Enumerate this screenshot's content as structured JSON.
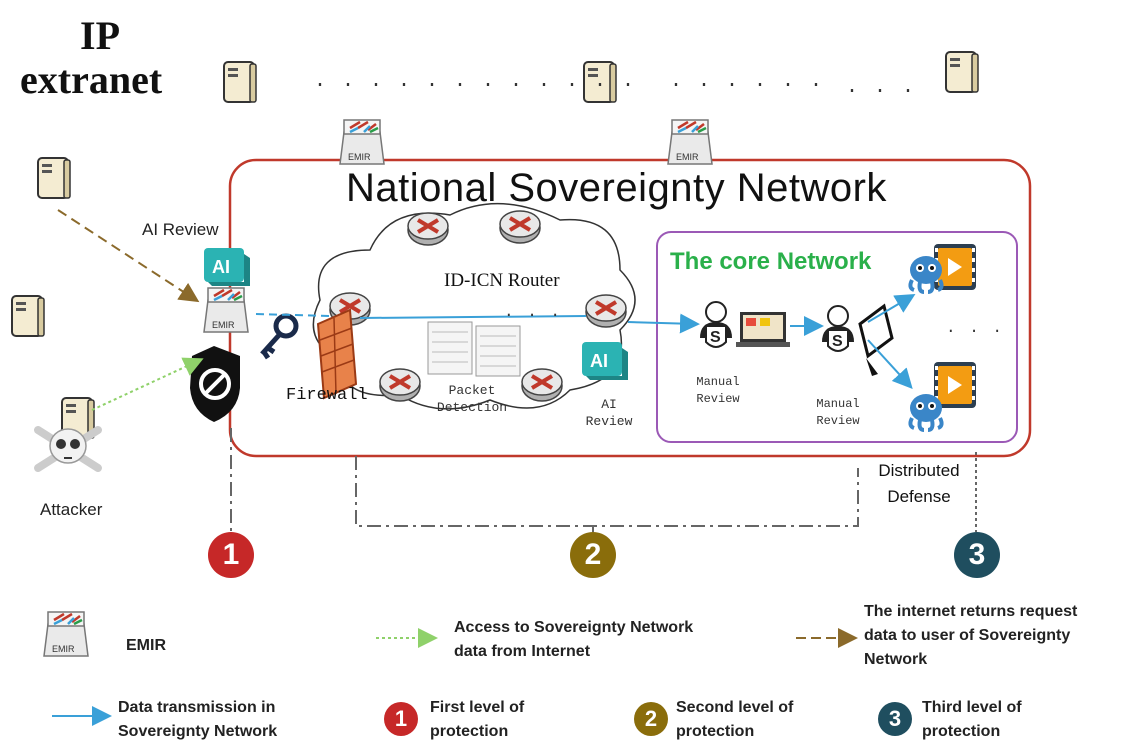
{
  "header": {
    "title_line1": "IP",
    "title_line2": "extranet"
  },
  "network": {
    "title": "National Sovereignty Network",
    "core_title": "The core Network",
    "dots": "· · ·"
  },
  "labels": {
    "ai_review_top": "AI Review",
    "ai_badge": "AI",
    "emir": "EMIR",
    "router": "ID-ICN Router",
    "firewall": "Firewall",
    "packet_detection_1": "Packet",
    "packet_detection_2": "Detection",
    "ai_review_1": "AI",
    "ai_review_2": "Review",
    "manual_review_1": "Manual",
    "manual_review_2": "Review",
    "manual_review_b1": "Manual",
    "manual_review_b2": "Review",
    "distributed_1": "Distributed",
    "distributed_2": "Defense",
    "attacker": "Attacker",
    "top_dots_1": "· · ·   · · ·   · · ·   · · ·",
    "top_dots_2": "· · ·   · · ·",
    "top_dots_3": "· · ·",
    "core_dots": "· · ·"
  },
  "levels": {
    "one": "1",
    "two": "2",
    "three": "3"
  },
  "legend": {
    "emir": "EMIR",
    "access_1": "Access to Sovereignty Network",
    "access_2": "data from Internet",
    "return_1": "The internet returns request",
    "return_2": "data to user of Sovereignty",
    "return_3": "Network",
    "transmission_1": "Data transmission in",
    "transmission_2": "Sovereignty Network",
    "first_1": "First level of",
    "first_2": "protection",
    "second_1": "Second level of",
    "second_2": "protection",
    "third_1": "Third level of",
    "third_2": "protection"
  },
  "colors": {
    "nsn_border": "#c0392b",
    "core_border": "#9b59b6",
    "core_title": "#2ab04a",
    "arrow_blue": "#3aa0d8",
    "arrow_green": "#8fd16a",
    "arrow_brown": "#8b6a2b",
    "level1": "#c62828",
    "level2": "#8a6d0b",
    "level3": "#1f4e5f"
  },
  "icons": [
    "server-icon",
    "emir-icon",
    "router-icon",
    "firewall-icon",
    "key-icon",
    "shield-block-icon",
    "ai-icon",
    "user-icon",
    "laptop-icon",
    "monitor-icon",
    "video-icon",
    "octopus-icon",
    "skull-icon",
    "packet-icon"
  ]
}
